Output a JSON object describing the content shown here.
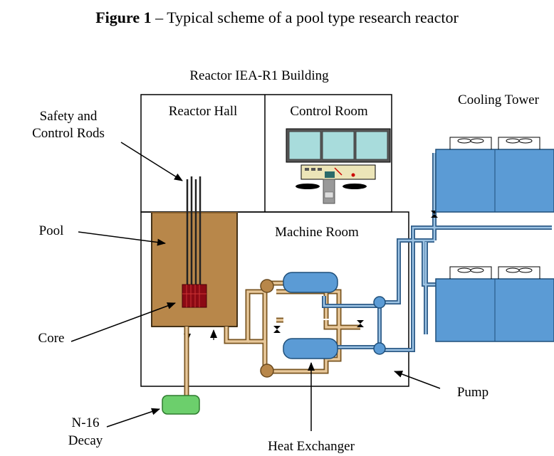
{
  "figure": {
    "label": "Figure 1",
    "separator": " – ",
    "caption": "Typical scheme of a pool type research reactor"
  },
  "labels": {
    "building": "Reactor IEA-R1 Building",
    "reactor_hall": "Reactor Hall",
    "control_room": "Control Room",
    "machine_room": "Machine Room",
    "cooling_tower": "Cooling Tower",
    "rods_line1": "Safety and",
    "rods_line2": "Control Rods",
    "pool": "Pool",
    "core": "Core",
    "pump": "Pump",
    "n16_line1": "N-16",
    "n16_line2": "Decay",
    "heat_exchanger": "Heat Exchanger"
  },
  "colors": {
    "pool_water": "#b8874a",
    "core": "#8b0a14",
    "pipe": "#4a79a8",
    "pipe_primary": "#b8874a",
    "equipment_blue": "#5b9bd5",
    "decay_tank": "#6ccf6c",
    "screen": "#a8dcdc",
    "panel": "#ece5b8"
  }
}
